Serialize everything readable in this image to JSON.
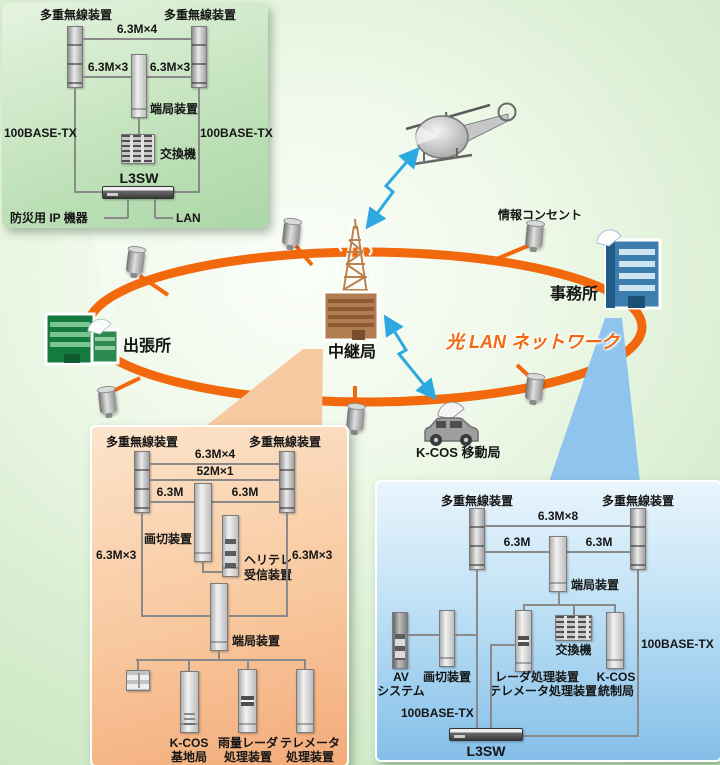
{
  "scene": {
    "network_label": "光 LAN ネットワーク",
    "branch_label": "出張所",
    "relay_label": "中継局",
    "office_label": "事務所",
    "mobile_label": "K-COS 移動局",
    "outlet_label": "情報コンセント"
  },
  "colors": {
    "ring": "#f2680c",
    "radio_arrow": "#2da9e1",
    "panel_green": "#bfe1ba",
    "panel_orange": "#f8c89e",
    "panel_blue": "#a9d7f0"
  },
  "green_panel": {
    "radio": "多重無線装置",
    "link_top": "6.3M×4",
    "link_left": "6.3M×3",
    "link_right": "6.3M×3",
    "terminal": "端局装置",
    "exchange": "交換機",
    "l3sw": "L3SW",
    "basetx": "100BASE-TX",
    "ip_device": "防災用 IP 機器",
    "lan": "LAN"
  },
  "orange_panel": {
    "radio": "多重無線装置",
    "link1": "6.3M×4",
    "link2": "52M×1",
    "link3": "6.3M",
    "link4": "6.3M",
    "switcher": "画切装置",
    "heli1": "ヘリテレ",
    "heli2": "受信装置",
    "trunk": "6.3M×3",
    "terminal": "端局装置",
    "kcos1": "K-COS",
    "kcos2": "基地局",
    "rain1": "雨量レーダ",
    "rain2": "処理装置",
    "tele1": "テレメータ",
    "tele2": "処理装置"
  },
  "blue_panel": {
    "radio": "多重無線装置",
    "link1": "6.3M×8",
    "link2": "6.3M",
    "link3": "6.3M",
    "terminal": "端局装置",
    "av1": "AV",
    "av2": "システム",
    "switcher": "画切装置",
    "radar1": "レーダ処理装置",
    "radar2": "テレメータ処理装置",
    "exchange": "交換機",
    "kcos1": "K-COS",
    "kcos2": "統制局",
    "basetx": "100BASE-TX",
    "l3sw": "L3SW"
  }
}
